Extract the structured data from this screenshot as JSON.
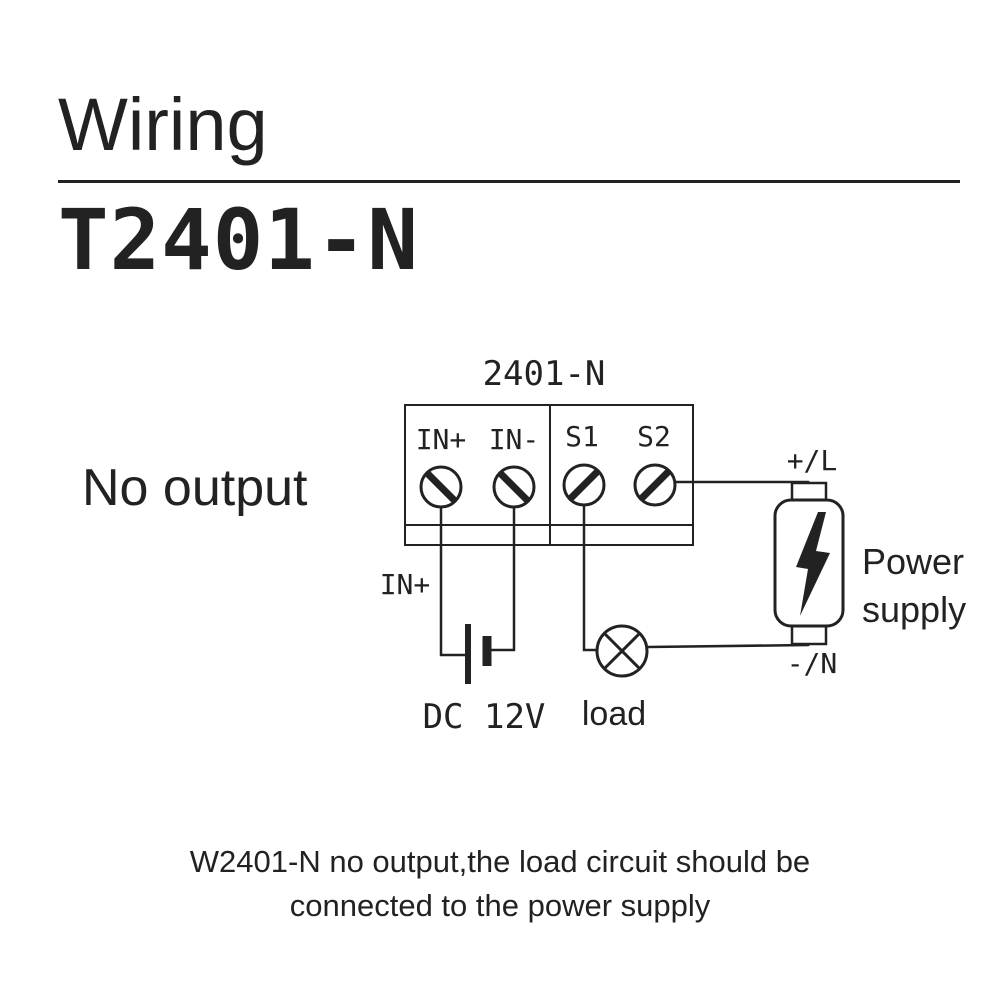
{
  "header": {
    "title": "Wiring",
    "model": "T2401-N"
  },
  "mode": {
    "label": "No output"
  },
  "diagram": {
    "module_label": "2401-N",
    "terminals": [
      "IN+",
      "IN-",
      "S1",
      "S2"
    ],
    "input_wire_label": "IN+",
    "battery_label": "DC 12V",
    "load_label": "load",
    "supply_positive": "+/L",
    "supply_negative": "-/N",
    "supply_label_line1": "Power",
    "supply_label_line2": "supply"
  },
  "caption": {
    "line1": "W2401-N no output,the load circuit should be",
    "line2": "connected to the power supply"
  }
}
